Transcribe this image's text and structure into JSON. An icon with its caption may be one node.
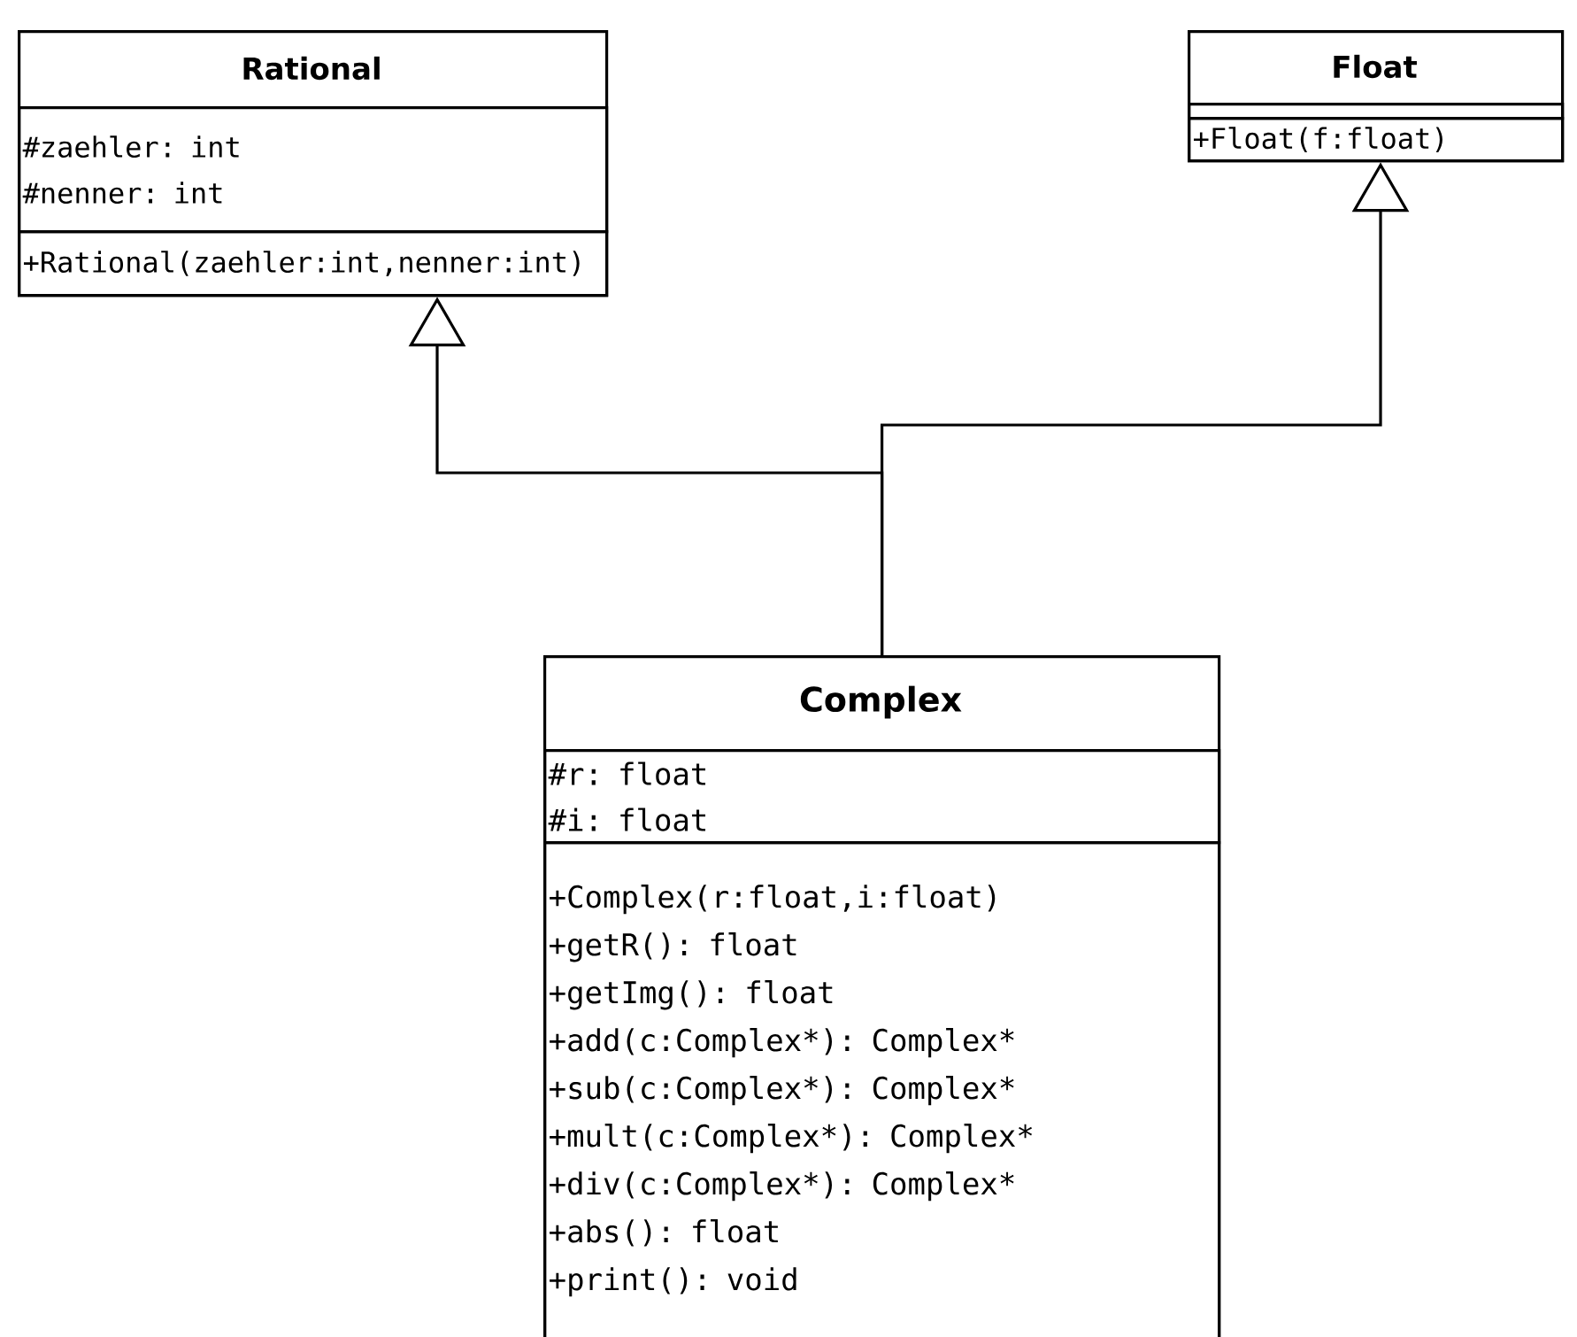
{
  "diagram": {
    "nodes": [
      {
        "text": [
          "Rational"
        ]
      },
      {
        "text": [
          "#zaehler: int",
          "#nenner: int"
        ],
        "in": 0
      },
      {
        "text": [
          "+Rational(zaehler:int,nenner:int)"
        ],
        "in": 0
      },
      {
        "text": [
          "Float"
        ]
      },
      {
        "text": [],
        "shape": "box",
        "in": 3
      },
      {
        "text": [
          "+Float(f:float)"
        ],
        "in": 3
      },
      {
        "text": [
          "Complex"
        ]
      },
      {
        "text": [
          "#r: float",
          "#i: float"
        ],
        "in": 6
      },
      {
        "text": [
          "+Complex(r:float,i:float)",
          "+getR(): float",
          "+getImg(): float",
          "+add(c:Complex*): Complex*",
          "+sub(c:Complex*): Complex*",
          "+mult(c:Complex*): Complex*",
          "+div(c:Complex*): Complex*",
          "+abs(): float",
          "+print(): void"
        ],
        "in": 6
      }
    ],
    "edges": [
      {
        "from": 6,
        "to": 0,
        "arrow": "to"
      },
      {
        "from": 6,
        "to": 3,
        "arrow": "to"
      }
    ]
  }
}
